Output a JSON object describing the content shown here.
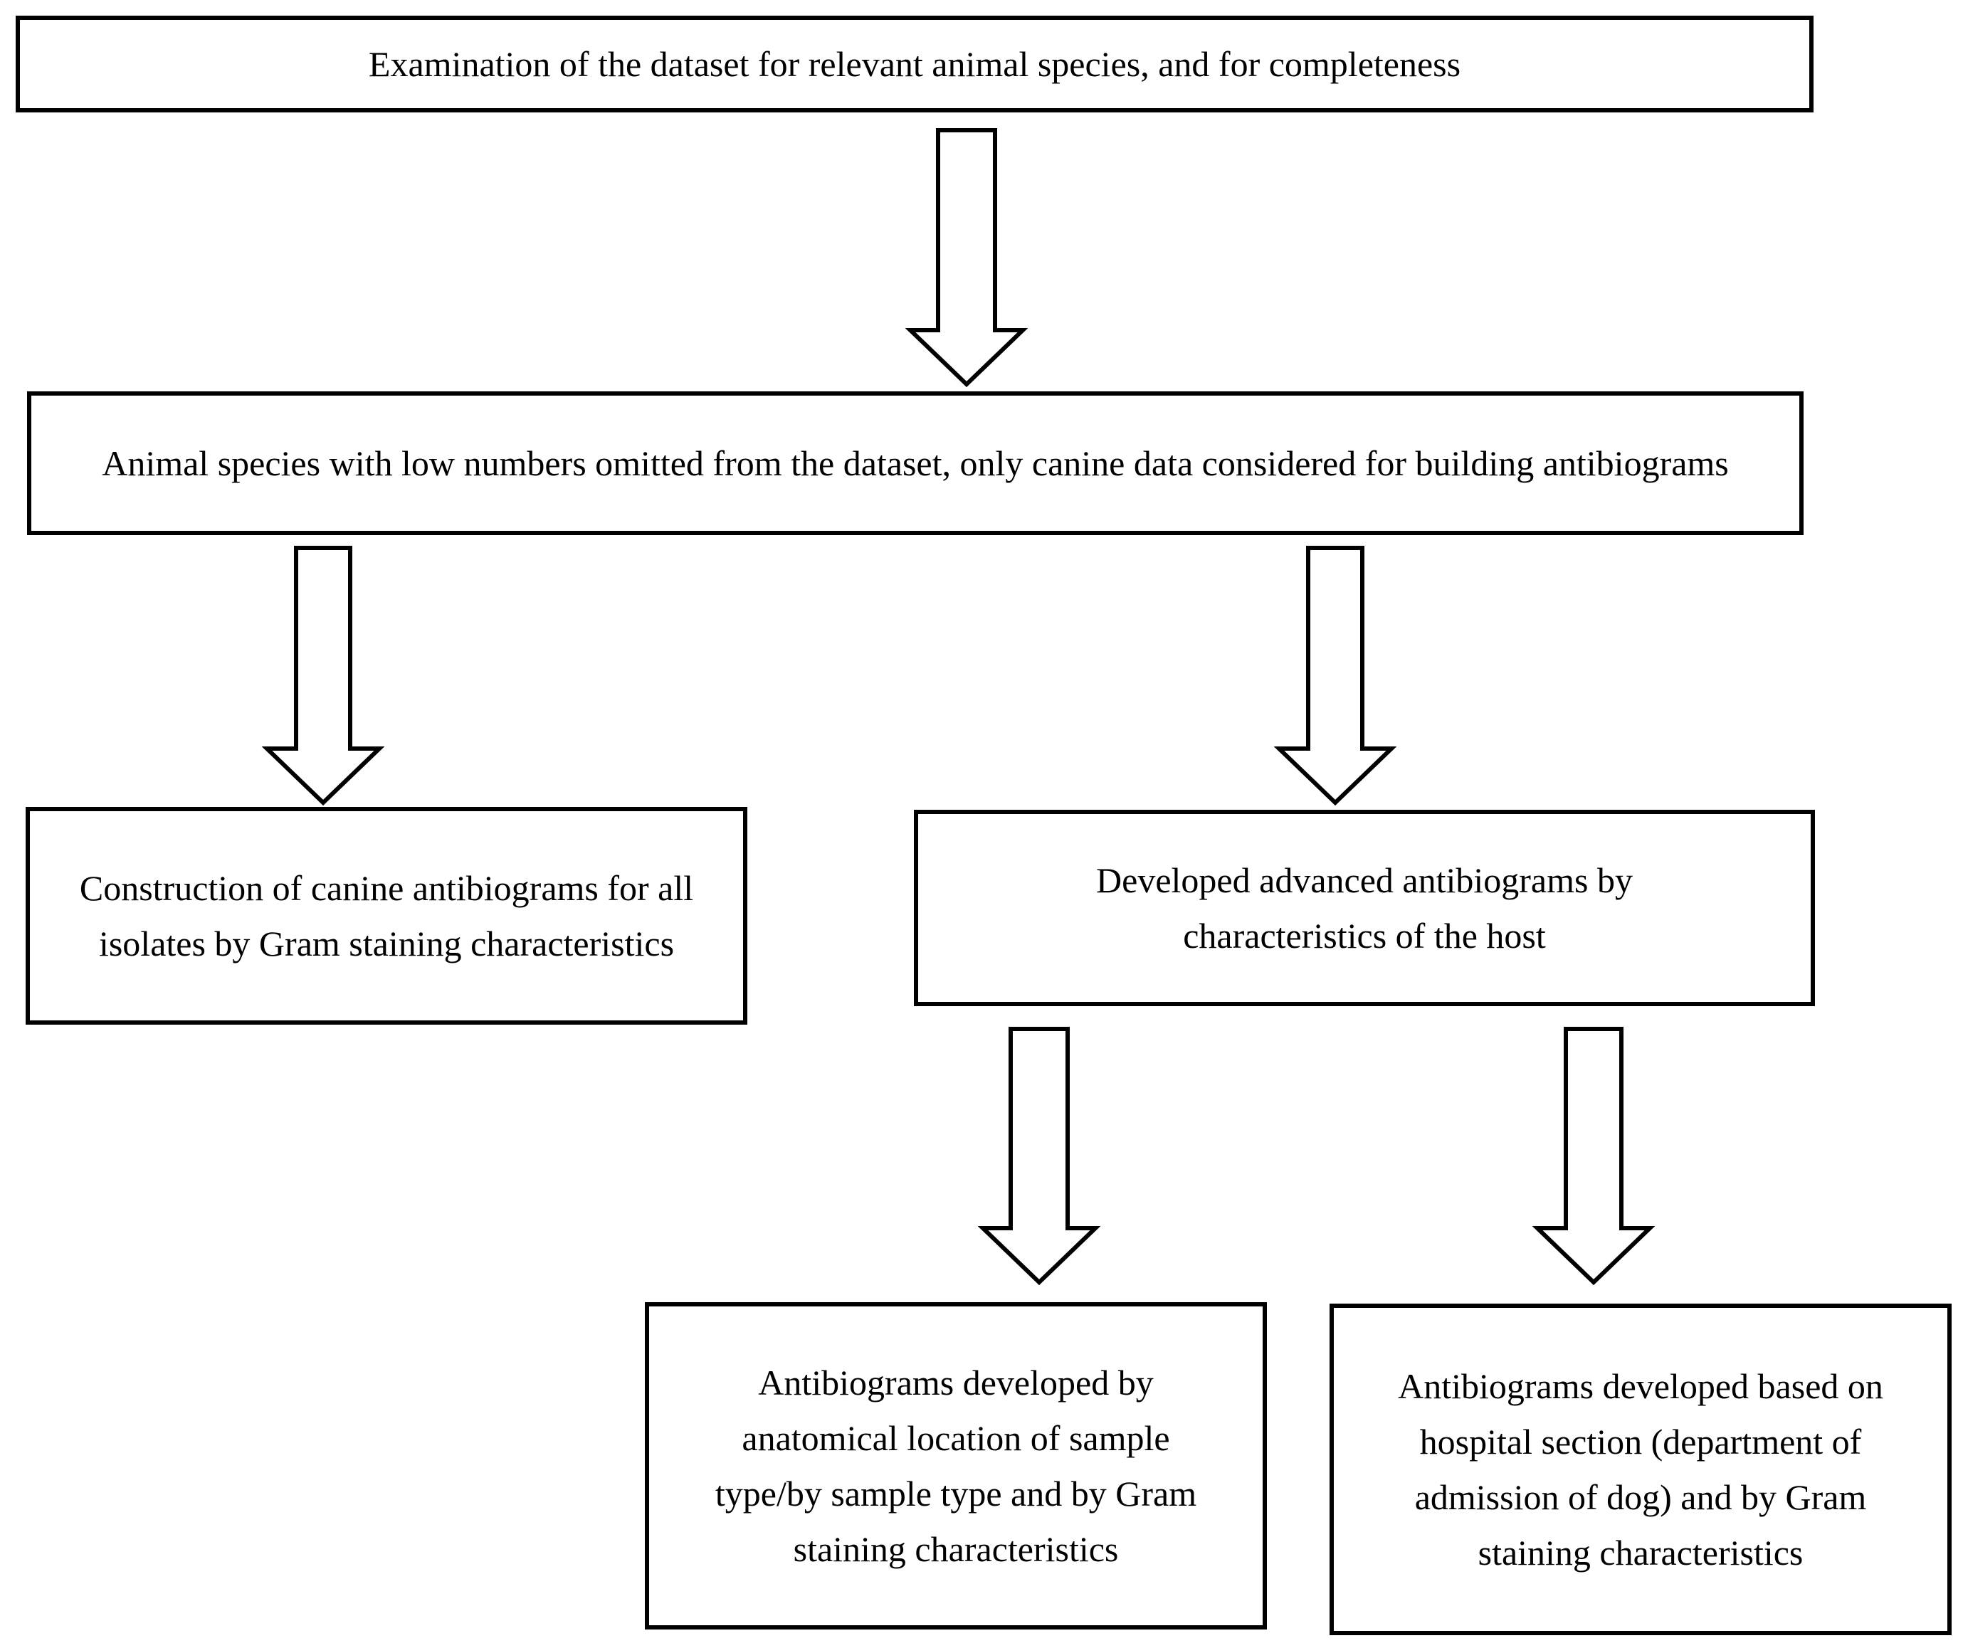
{
  "flowchart": {
    "step1": "Examination of the dataset for relevant animal species, and for completeness",
    "step2": "Animal species with low numbers omitted from the dataset, only canine data considered for building antibiograms",
    "step3_left": "Construction of canine antibiograms for all isolates by Gram staining characteristics",
    "step3_right": "Developed advanced antibiograms by characteristics of the host",
    "step4_left": "Antibiograms developed by anatomical location of sample type/by sample type and by Gram staining characteristics",
    "step4_right": "Antibiograms developed based on hospital section (department of admission of dog) and by Gram staining characteristics"
  },
  "colors": {
    "stroke": "#000000",
    "background": "#ffffff"
  }
}
